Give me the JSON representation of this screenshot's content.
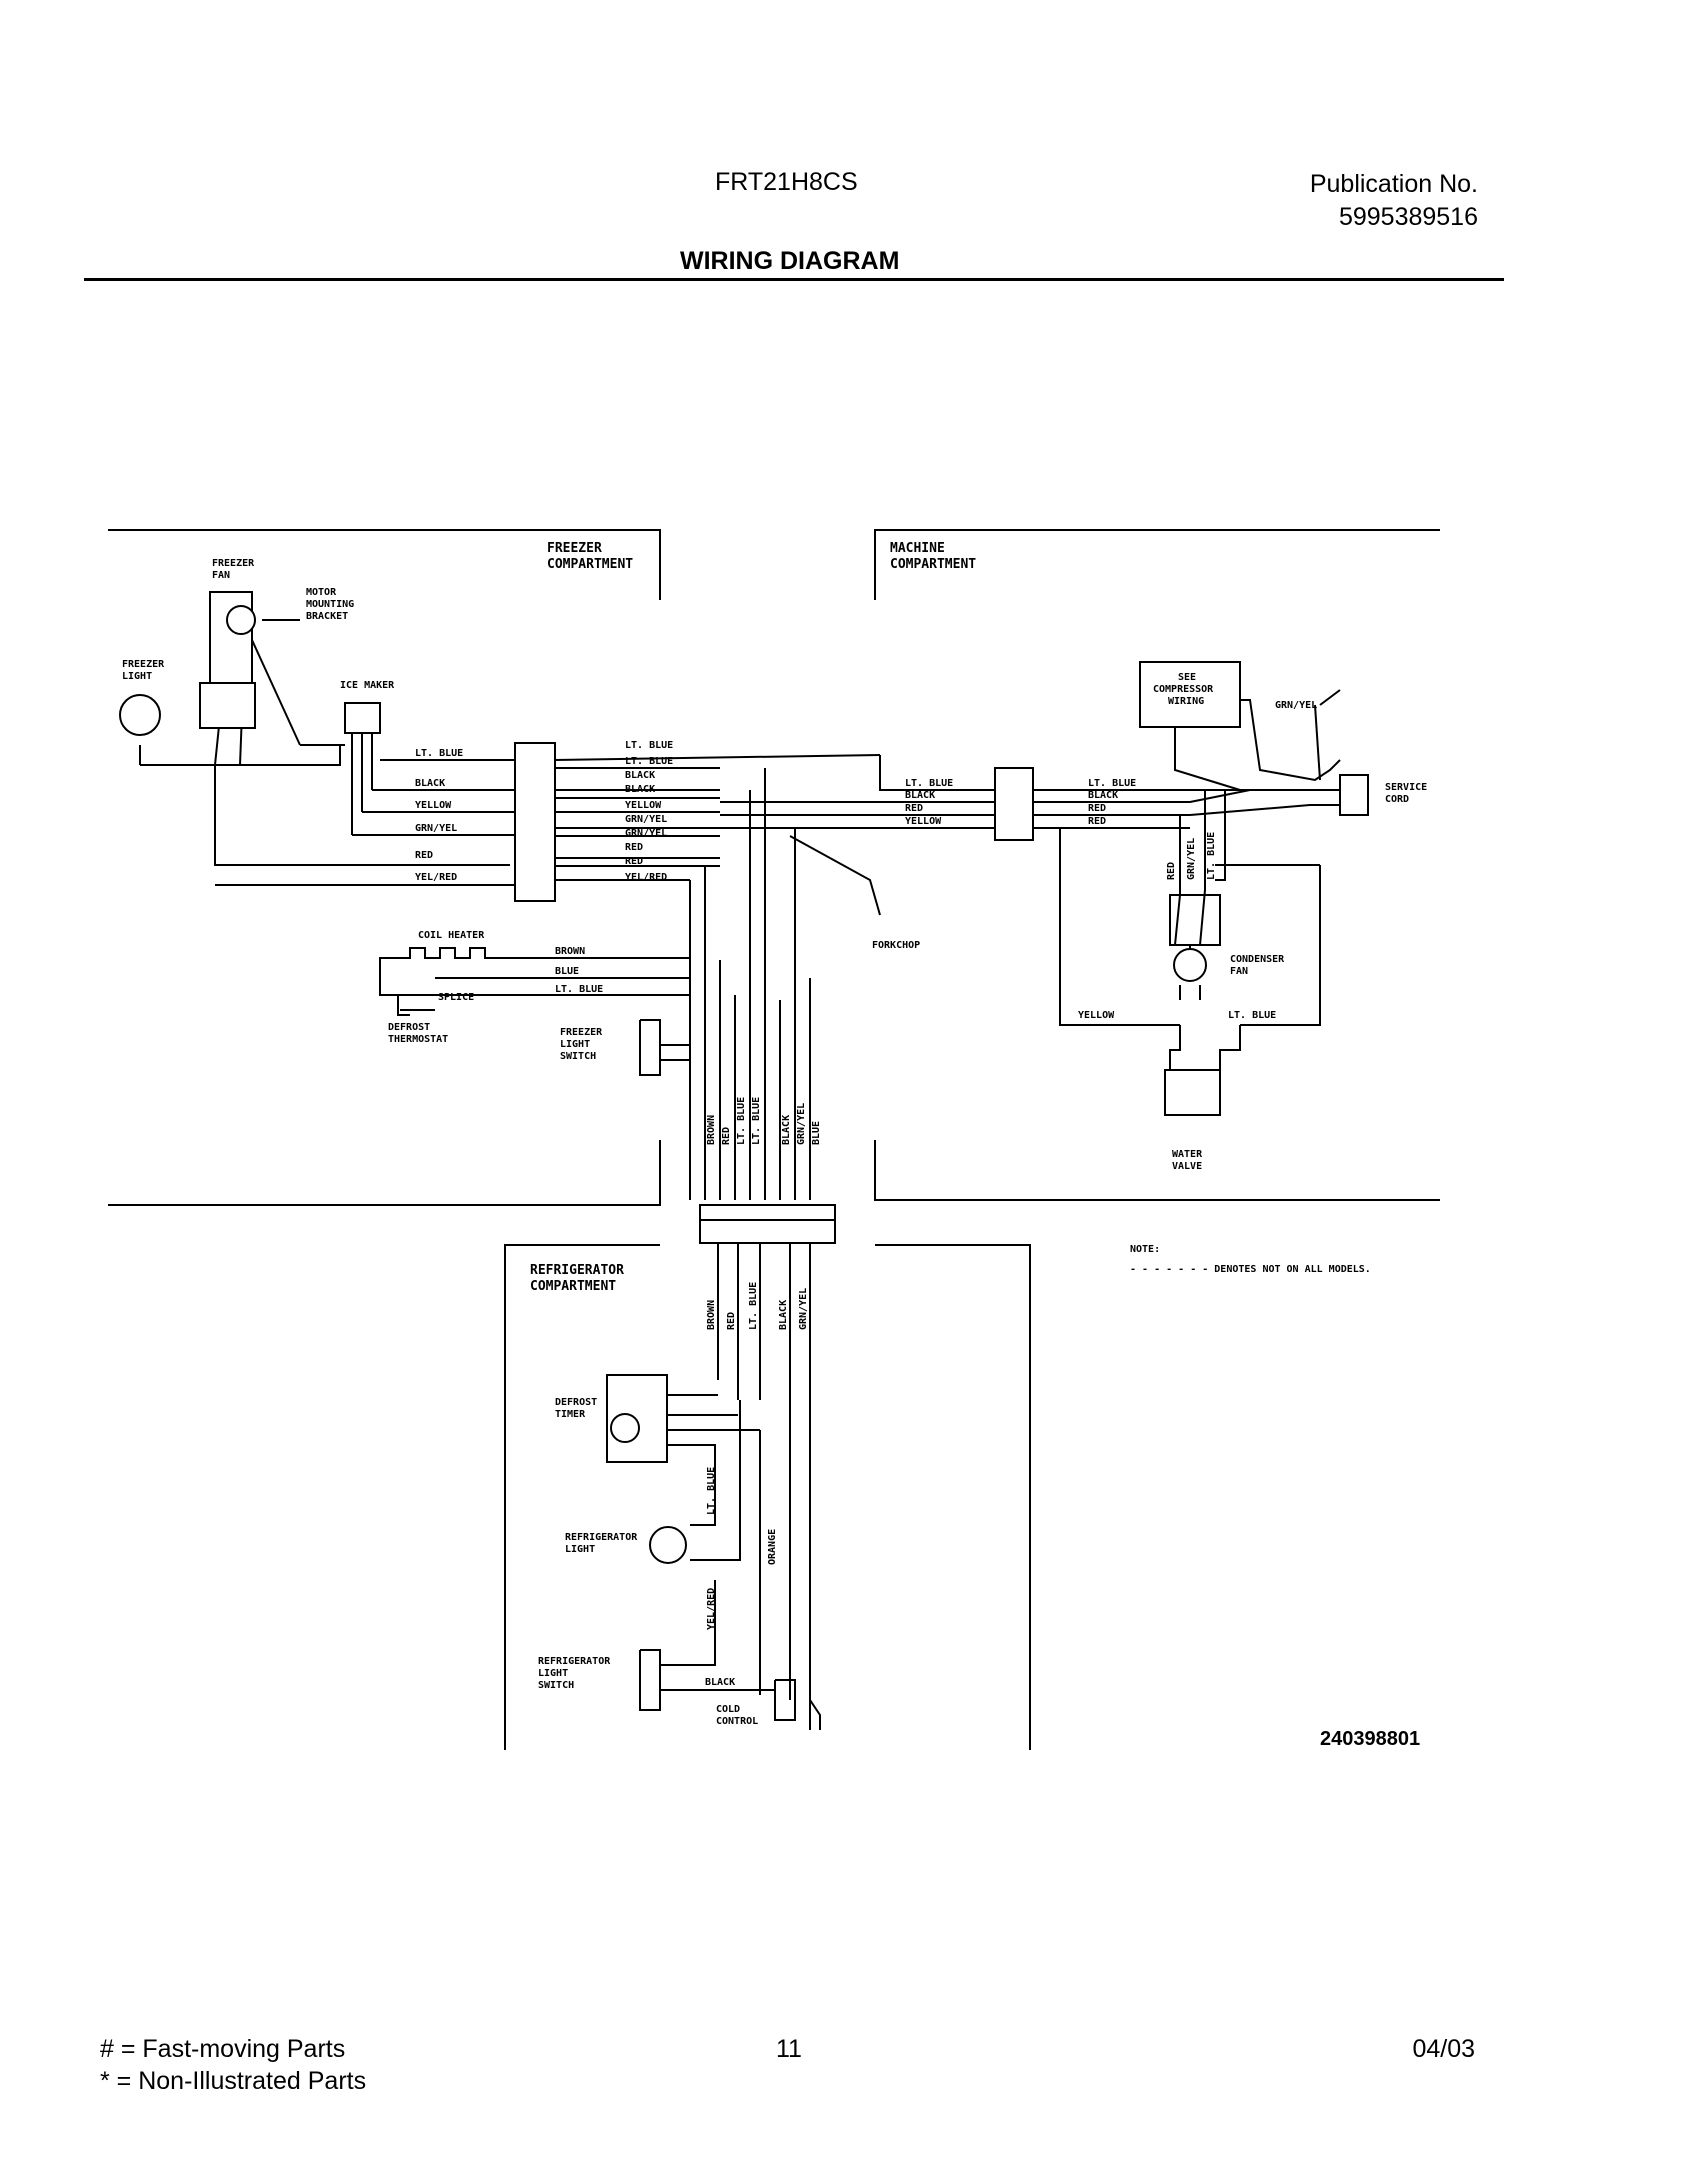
{
  "header": {
    "model": "FRT21H8CS",
    "publication_label": "Publication No.",
    "publication_number": "5995389516",
    "title": "WIRING DIAGRAM"
  },
  "diagram": {
    "drawing_number": "240398801",
    "compartments": {
      "freezer": [
        "FREEZER",
        "COMPARTMENT"
      ],
      "machine": [
        "MACHINE",
        "COMPARTMENT"
      ],
      "refrigerator": [
        "REFRIGERATOR",
        "COMPARTMENT"
      ]
    },
    "components": {
      "freezer_fan": [
        "FREEZER",
        "FAN"
      ],
      "motor_bracket": [
        "MOTOR",
        "MOUNTING",
        "BRACKET"
      ],
      "freezer_light": [
        "FREEZER",
        "LIGHT"
      ],
      "ice_maker": "ICE MAKER",
      "coil_heater": "COIL HEATER",
      "splice": "SPLICE",
      "defrost_thermostat": [
        "DEFROST",
        "THERMOSTAT"
      ],
      "freezer_light_switch": [
        "FREEZER",
        "LIGHT",
        "SWITCH"
      ],
      "compressor_note": [
        "SEE",
        "COMPRESSOR",
        "WIRING"
      ],
      "service_cord": [
        "SERVICE",
        "CORD"
      ],
      "condenser_fan": [
        "CONDENSER",
        "FAN"
      ],
      "water_valve": [
        "WATER",
        "VALVE"
      ],
      "defrost_timer": [
        "DEFROST",
        "TIMER"
      ],
      "refrigerator_light": [
        "REFRIGERATOR",
        "LIGHT"
      ],
      "refrigerator_light_switch": [
        "REFRIGERATOR",
        "LIGHT",
        "SWITCH"
      ],
      "cold_control": [
        "COLD",
        "CONTROL"
      ],
      "forkchop": "FORKCHOP"
    },
    "wires": {
      "left_harness": [
        "LT. BLUE",
        "BLACK",
        "YELLOW",
        "GRN/YEL",
        "RED",
        "YEL/RED"
      ],
      "center_harness": [
        "LT. BLUE",
        "LT. BLUE",
        "BLACK",
        "BLACK",
        "YELLOW",
        "GRN/YEL",
        "GRN/YEL",
        "RED",
        "RED",
        "YEL/RED"
      ],
      "heater_wires": [
        "BROWN",
        "BLUE",
        "LT. BLUE"
      ],
      "machine_left": [
        "LT. BLUE",
        "BLACK",
        "RED",
        "YELLOW"
      ],
      "machine_right": [
        "LT. BLUE",
        "BLACK",
        "RED",
        "RED"
      ],
      "grn_yel_top": "GRN/YEL",
      "condenser_vertical": [
        "RED",
        "GRN/YEL",
        "LT. BLUE"
      ],
      "valve_wires": [
        "YELLOW",
        "LT. BLUE"
      ],
      "freezer_vertical": [
        "BROWN",
        "RED",
        "LT. BLUE",
        "LT. BLUE",
        "BLACK",
        "GRN/YEL",
        "BLUE"
      ],
      "refrigerator_vertical": [
        "BROWN",
        "RED",
        "LT. BLUE",
        "BLACK",
        "GRN/YEL"
      ],
      "timer_wire": "LT. BLUE",
      "orange": "ORANGE",
      "yel_red_vertical": "YEL/RED",
      "switch_black": "BLACK"
    },
    "note": {
      "label": "NOTE:",
      "text": "- - - - - - - DENOTES NOT ON ALL MODELS."
    }
  },
  "footer": {
    "legend_fast": "# = Fast-moving Parts",
    "legend_non": "* = Non-Illustrated Parts",
    "page": "11",
    "date": "04/03"
  }
}
